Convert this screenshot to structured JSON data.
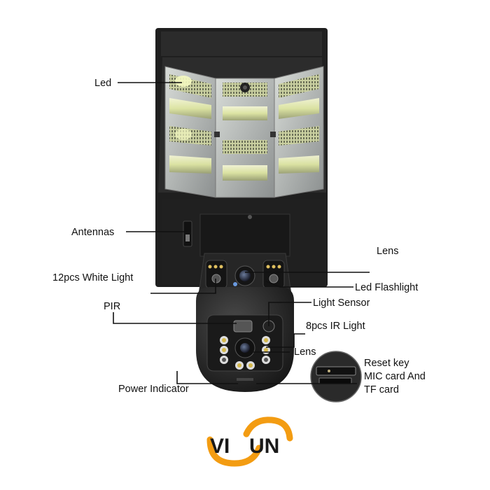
{
  "labels": {
    "led": "Led",
    "antennas": "Antennas",
    "white_light": "12pcs White Light",
    "pir": "PIR",
    "power_indicator": "Power Indicator",
    "lens_top": "Lens",
    "led_flashlight": "Led Flashlight",
    "light_sensor": "Light Sensor",
    "ir_light": "8pcs IR Light",
    "lens_bottom": "Lens",
    "reset_key": "Reset key",
    "mic_card": "MIC card And",
    "tf_card": "TF card"
  },
  "logo": {
    "text_left": "VI",
    "text_right": "UN"
  },
  "colors": {
    "accent": "#f39c12",
    "body": "#1e1e1e",
    "led": "#e8f0a8",
    "panel": "#2a2a2a"
  }
}
